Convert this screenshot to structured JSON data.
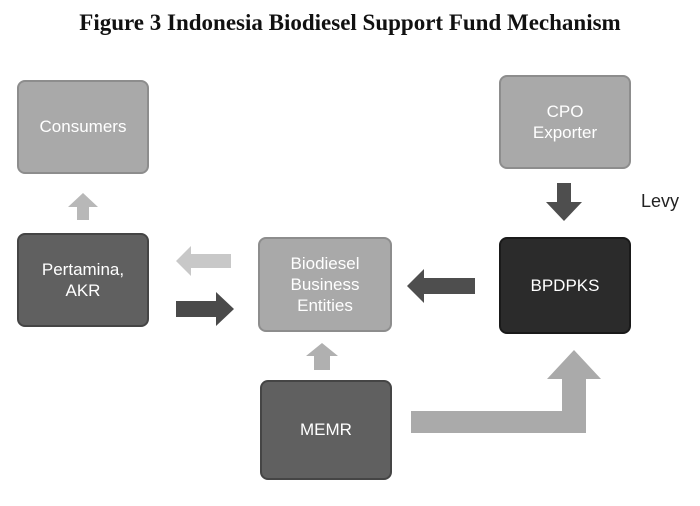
{
  "title": "Figure 3 Indonesia Biodiesel Support Fund Mechanism",
  "nodes": {
    "consumers": "Consumers",
    "pertamina": "Pertamina,\nAKR",
    "biodiesel": "Biodiesel\nBusiness\nEntities",
    "cpo": "CPO\nExporter",
    "bpdpks": "BPDPKS",
    "memr": "MEMR"
  },
  "annotations": {
    "levy": "Levy"
  },
  "colors": {
    "light_box": "#a9a9a9",
    "mid_box": "#606060",
    "dark_box": "#2b2b2b",
    "light_arrow": "#b8b8b8",
    "dark_arrow": "#4e4e4e"
  }
}
